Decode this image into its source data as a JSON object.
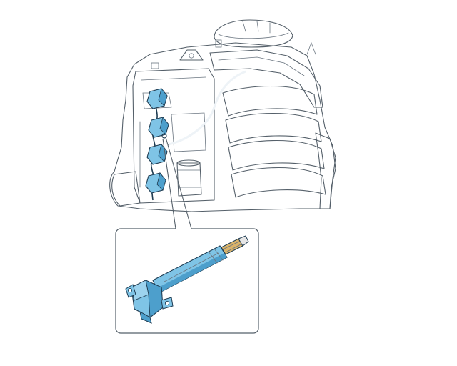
{
  "diagram": {
    "title": "",
    "colors": {
      "background": "#ffffff",
      "engine_fill": "#dde6ee",
      "engine_fill_dark": "#cfdbe6",
      "engine_stroke": "#55606a",
      "coil_fill": "#7fc4e6",
      "coil_fill_dark": "#4d9fcc",
      "coil_stroke": "#1f3c52",
      "thread_fill": "#d9b36a",
      "inset_border": "#55606a"
    },
    "icons": {
      "engine": "outboard-engine-illustration",
      "coils": "ignition-coil-icon",
      "detail": "ignition-coil-detail-illustration"
    },
    "callout": {
      "has_leader_line": true,
      "inset_shape": "rounded-rectangle"
    }
  }
}
